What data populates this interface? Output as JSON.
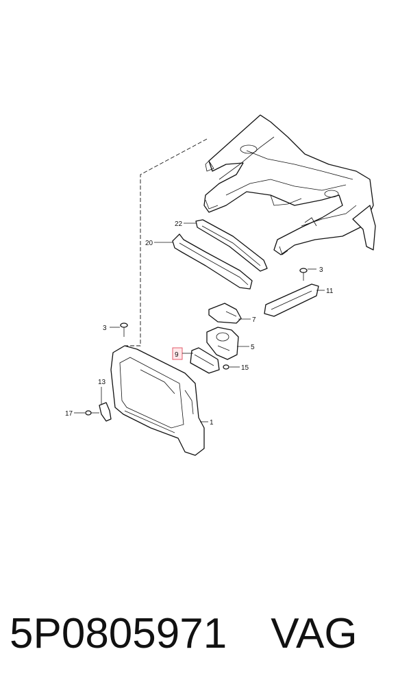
{
  "callouts": {
    "c22": "22",
    "c20": "20",
    "c3a": "3",
    "c11": "11",
    "c7": "7",
    "c3b": "3",
    "c5": "5",
    "c9": "9",
    "c15": "15",
    "c13": "13",
    "c17": "17",
    "c1": "1"
  },
  "caption": {
    "part_number": "5P0805971",
    "brand": "VAG"
  },
  "colors": {
    "line": "#111111",
    "highlight_fill": "#ffe8ea",
    "highlight_stroke": "#e35a6a"
  }
}
